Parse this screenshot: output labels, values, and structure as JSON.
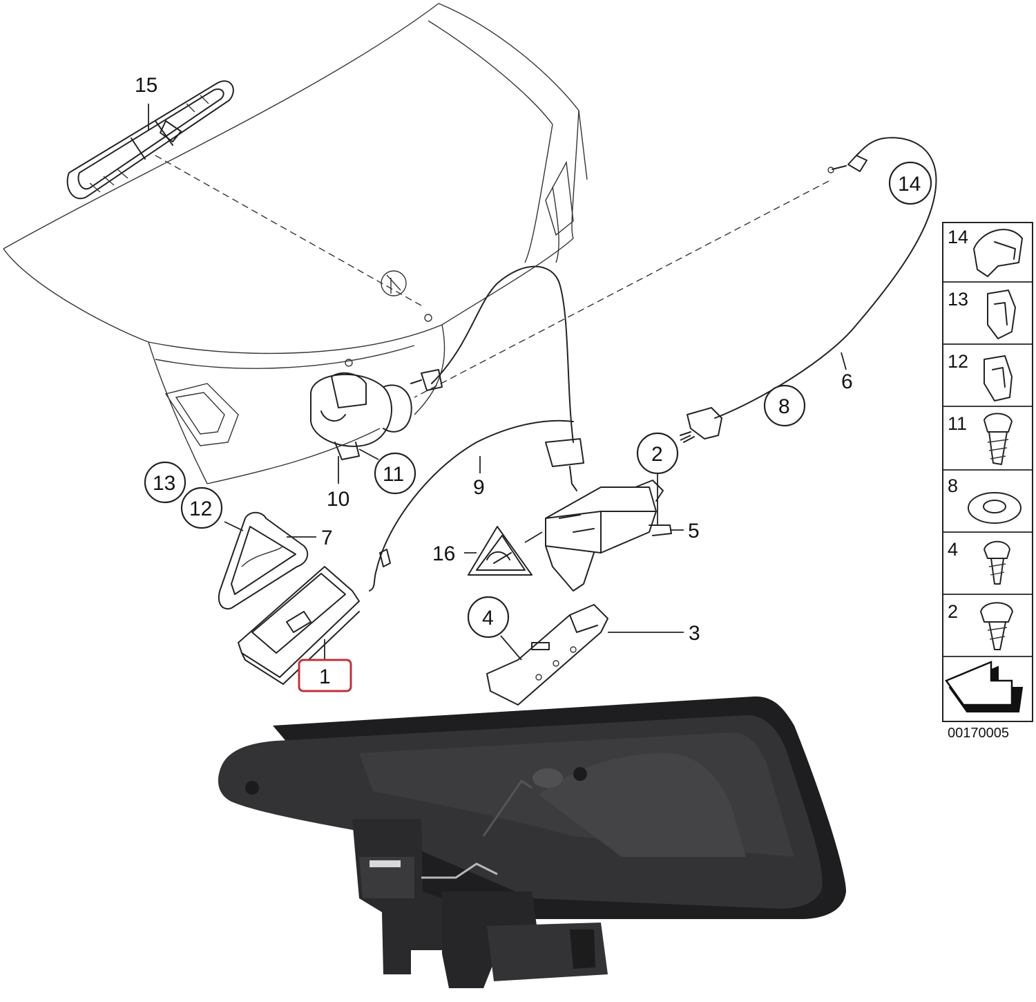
{
  "callouts": {
    "c15": "15",
    "c14": "14",
    "c6": "6",
    "c8": "8",
    "c2": "2",
    "c5": "5",
    "c11": "11",
    "c10": "10",
    "c9": "9",
    "c13": "13",
    "c12": "12",
    "c7": "7",
    "c16": "16",
    "c4": "4",
    "c3": "3",
    "c1": "1"
  },
  "legend": {
    "items": [
      "14",
      "13",
      "12",
      "11",
      "8",
      "4",
      "2"
    ],
    "diagram_number": "00170005"
  },
  "colors": {
    "highlight_box": "#c0303a",
    "line": "#222222",
    "product_dark": "#2e2e30"
  }
}
